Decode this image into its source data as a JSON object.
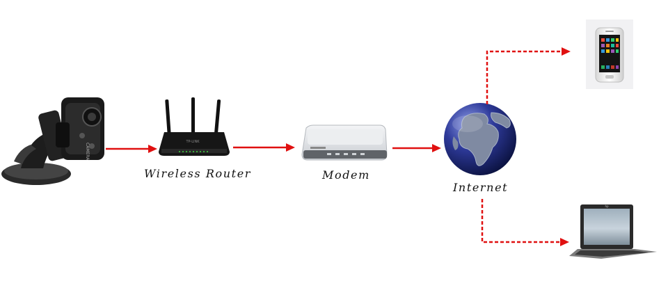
{
  "diagram": {
    "labels": {
      "router": "Wireless Router",
      "modem": "Modem",
      "internet": "Internet"
    },
    "router_brand": "TP-LINK",
    "camera_text": "CAMERA",
    "laptop_brand": "hp",
    "colors": {
      "arrow": "#e01010",
      "router_body": "#151515",
      "modem_body": "#e6e8ea",
      "globe_ocean": "#2a3590",
      "globe_land": "#7d8aa0"
    },
    "icons": [
      "camera-icon",
      "router-icon",
      "modem-icon",
      "globe-icon",
      "smartphone-icon",
      "laptop-icon"
    ]
  }
}
